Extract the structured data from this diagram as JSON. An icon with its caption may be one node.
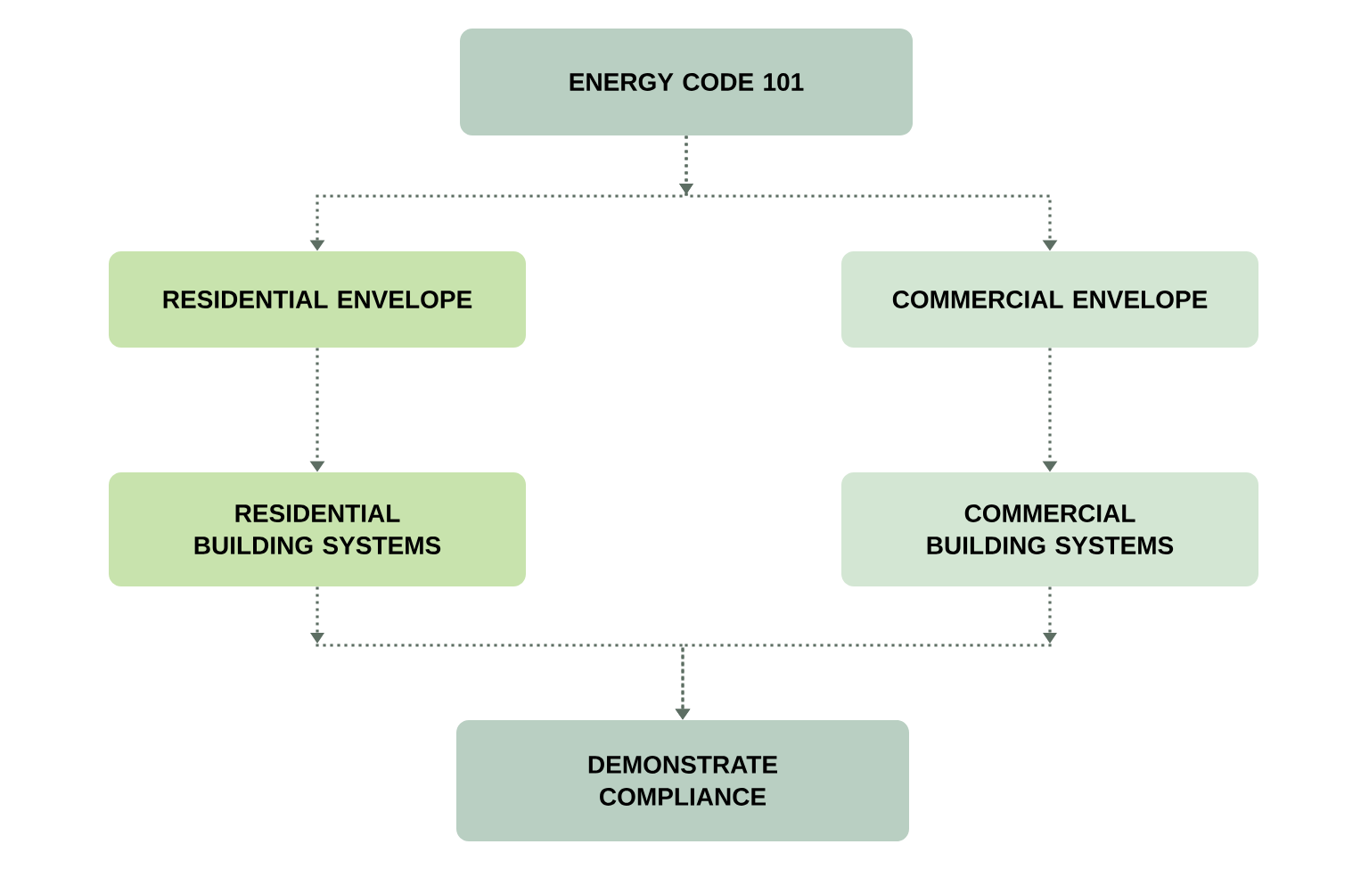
{
  "diagram": {
    "nodes": [
      {
        "text": [
          "ENERGY CODE 101"
        ]
      },
      {
        "text": [
          "RESIDENTIAL ENVELOPE"
        ]
      },
      {
        "text": [
          "COMMERCIAL ENVELOPE"
        ]
      },
      {
        "text": [
          "RESIDENTIAL BUILDING SYSTEMS"
        ]
      },
      {
        "text": [
          "COMMERCIAL BUILDING SYSTEMS"
        ]
      },
      {
        "text": [
          "DEMONSTRATE COMPLIANCE"
        ]
      }
    ],
    "edges": [
      {
        "from": 0,
        "to": 1,
        "arrow": "to"
      },
      {
        "from": 0,
        "to": 2,
        "arrow": "to"
      },
      {
        "from": 1,
        "to": 3,
        "arrow": "to"
      },
      {
        "from": 2,
        "to": 4,
        "arrow": "to"
      },
      {
        "from": 3,
        "to": 5,
        "arrow": "to"
      },
      {
        "from": 4,
        "to": 5,
        "arrow": "to"
      }
    ]
  }
}
